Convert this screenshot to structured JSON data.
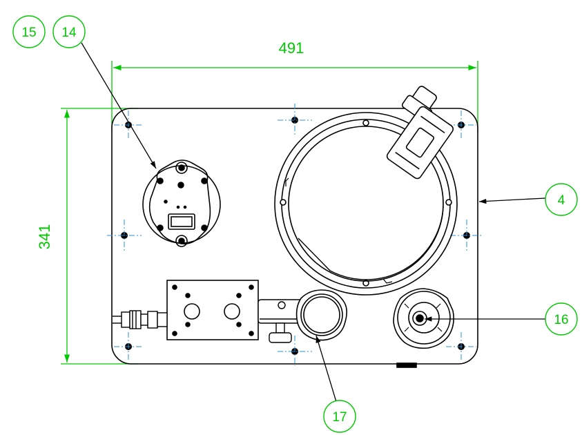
{
  "colors": {
    "line": "#000000",
    "dimension": "#00c800",
    "centerline": "#2a8fd6",
    "background": "#ffffff"
  },
  "dimensions": {
    "width": "491",
    "height": "341"
  },
  "balloons": [
    {
      "id": "balloon-15",
      "label": "15"
    },
    {
      "id": "balloon-14",
      "label": "14"
    },
    {
      "id": "balloon-4",
      "label": "4"
    },
    {
      "id": "balloon-16",
      "label": "16"
    },
    {
      "id": "balloon-17",
      "label": "17"
    }
  ]
}
